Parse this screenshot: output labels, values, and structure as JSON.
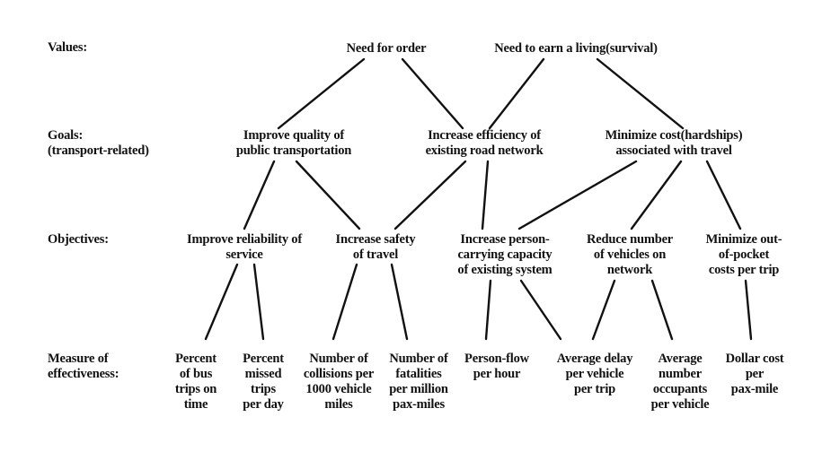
{
  "rows": {
    "values": "Values:",
    "goals": "Goals:\n(transport-related)",
    "objectives": "Objectives:",
    "measures": "Measure of\neffectiveness:"
  },
  "values": [
    {
      "id": "order",
      "text": "Need for order"
    },
    {
      "id": "living",
      "text": "Need to earn a living(survival)"
    }
  ],
  "goals": [
    {
      "id": "quality",
      "text": "Improve quality of\npublic transportation"
    },
    {
      "id": "efficiency",
      "text": "Increase efficiency of\nexisting road network"
    },
    {
      "id": "cost",
      "text": "Minimize cost(hardships)\nassociated with travel"
    }
  ],
  "objectives": [
    {
      "id": "reliability",
      "text": "Improve reliability of\nservice"
    },
    {
      "id": "safety",
      "text": "Increase safety\nof travel"
    },
    {
      "id": "capacity",
      "text": "Increase person-\ncarrying capacity\nof existing system"
    },
    {
      "id": "vehicles",
      "text": "Reduce number\nof vehicles on\nnetwork"
    },
    {
      "id": "oop",
      "text": "Minimize out-\nof-pocket\ncosts per trip"
    }
  ],
  "measures": [
    {
      "id": "ontime",
      "text": "Percent\nof bus\ntrips on\ntime"
    },
    {
      "id": "missed",
      "text": "Percent\nmissed\ntrips\nper day"
    },
    {
      "id": "collisions",
      "text": "Number of\ncollisions per\n1000 vehicle\nmiles"
    },
    {
      "id": "fatalities",
      "text": "Number of\nfatalities\nper million\npax-miles"
    },
    {
      "id": "flow",
      "text": "Person-flow\nper hour"
    },
    {
      "id": "delay",
      "text": "Average delay\nper vehicle\nper trip"
    },
    {
      "id": "occupants",
      "text": "Average\nnumber\noccupants\nper vehicle"
    },
    {
      "id": "dollar",
      "text": "Dollar cost\nper\npax-mile"
    }
  ]
}
